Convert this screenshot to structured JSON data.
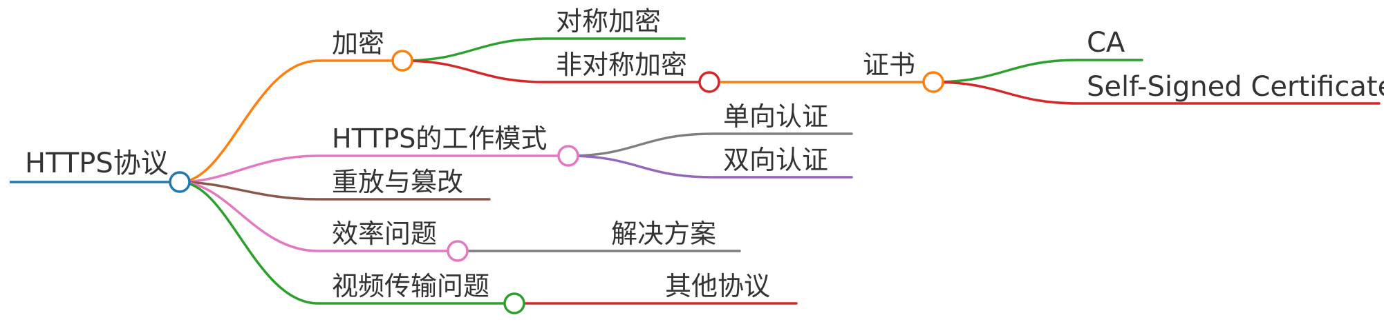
{
  "colors": {
    "blue": "#1f77b4",
    "orange": "#ff7f0e",
    "green": "#2ca02c",
    "red": "#d62728",
    "pink": "#e377c2",
    "brown": "#8c564b",
    "gray": "#7f7f7f",
    "purple": "#9467bd"
  },
  "nodes": {
    "root": {
      "label": "HTTPS协议"
    },
    "encryption": {
      "label": "加密"
    },
    "symmetric": {
      "label": "对称加密"
    },
    "asymmetric": {
      "label": "非对称加密"
    },
    "certificate": {
      "label": "证书"
    },
    "ca": {
      "label": "CA"
    },
    "self_signed": {
      "label": "Self-Signed Certificate"
    },
    "work_modes": {
      "label": "HTTPS的工作模式"
    },
    "one_way": {
      "label": "单向认证"
    },
    "two_way": {
      "label": "双向认证"
    },
    "replay": {
      "label": "重放与篡改"
    },
    "efficiency": {
      "label": "效率问题"
    },
    "solution": {
      "label": "解决方案"
    },
    "video": {
      "label": "视频传输问题"
    },
    "other_protocols": {
      "label": "其他协议"
    }
  }
}
